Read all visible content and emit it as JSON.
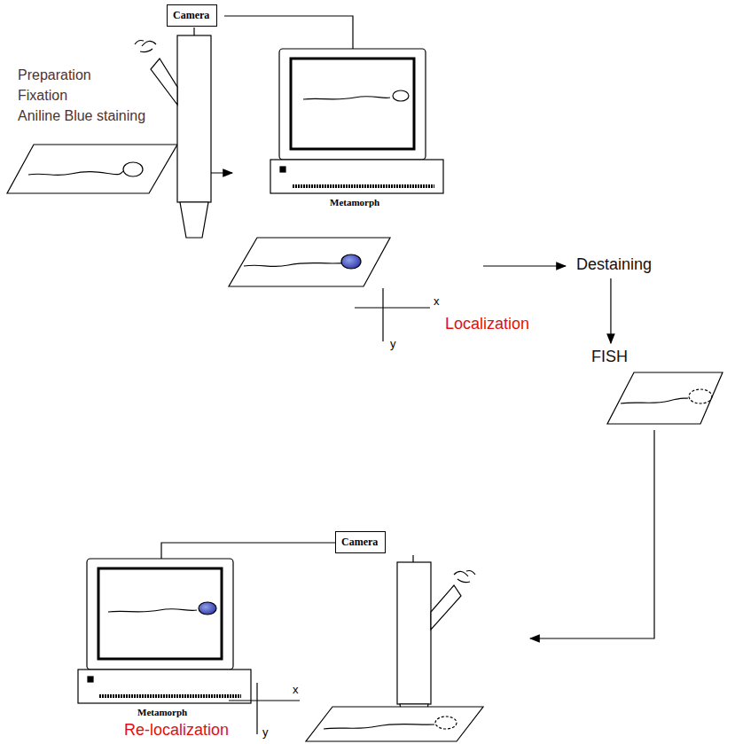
{
  "diagram": {
    "nodes": [
      {
        "text": [
          "Camera"
        ]
      },
      {
        "text": [
          "Destaining"
        ]
      },
      {
        "text": [
          "FISH"
        ]
      },
      {
        "text": [
          "Camera"
        ]
      }
    ],
    "edges": [
      {
        "from": 1,
        "to": 2,
        "arrow": "to"
      }
    ],
    "labels": [
      "Preparation",
      "Fixation",
      "Aniline Blue staining",
      "Metamorph",
      "x",
      "y",
      "Localization",
      "Metamorph",
      "x",
      "y",
      "Re-localization"
    ]
  }
}
